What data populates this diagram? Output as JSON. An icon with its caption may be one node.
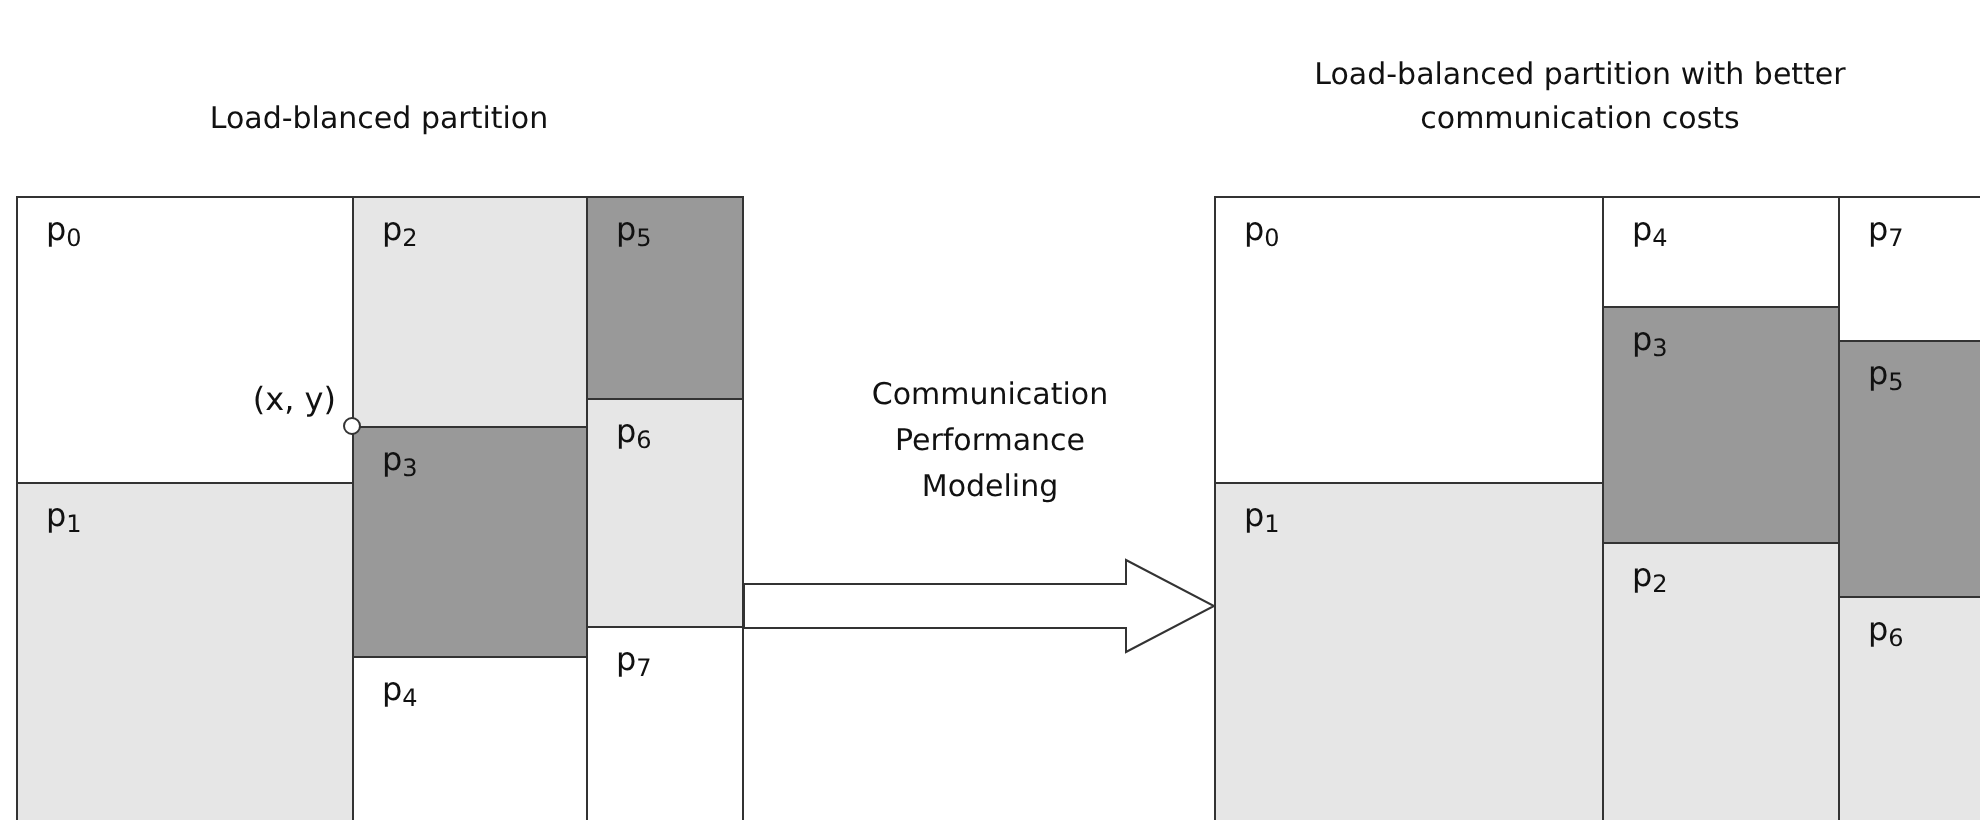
{
  "diagram": {
    "nodes": [
      {
        "text": [
          "Load-blanced partition"
        ]
      },
      {
        "text": [
          "p$_{0}$"
        ],
        "in": 0
      },
      {
        "text": [
          "p$_{1}$"
        ],
        "in": 0
      },
      {
        "text": [
          "p$_{2}$"
        ],
        "in": 0
      },
      {
        "text": [
          "p$_{3}$"
        ],
        "in": 0
      },
      {
        "text": [
          "p$_{4}$"
        ],
        "in": 0
      },
      {
        "text": [
          "p$_{5}$"
        ],
        "in": 0
      },
      {
        "text": [
          "p$_{6}$"
        ],
        "in": 0
      },
      {
        "text": [
          "p$_{7}$"
        ],
        "in": 0
      },
      {
        "text": [
          "Load-balanced partition with better communication costs"
        ]
      },
      {
        "text": [
          "p$_{0}$"
        ],
        "in": 9
      },
      {
        "text": [
          "p$_{1}$"
        ],
        "in": 9
      },
      {
        "text": [
          "p$_{4}$"
        ],
        "in": 9
      },
      {
        "text": [
          "p$_{3}$"
        ],
        "in": 9
      },
      {
        "text": [
          "p$_{2}$"
        ],
        "in": 9
      },
      {
        "text": [
          "p$_{7}$"
        ],
        "in": 9
      },
      {
        "text": [
          "p$_{5}$"
        ],
        "in": 9
      },
      {
        "text": [
          "p$_{6}$"
        ],
        "in": 9
      }
    ],
    "edges": [
      {
        "from": 0,
        "to": 9,
        "arrow": "to",
        "label": "Communication Performance Modeling"
      }
    ],
    "labels": [
      "(x, y)"
    ]
  }
}
